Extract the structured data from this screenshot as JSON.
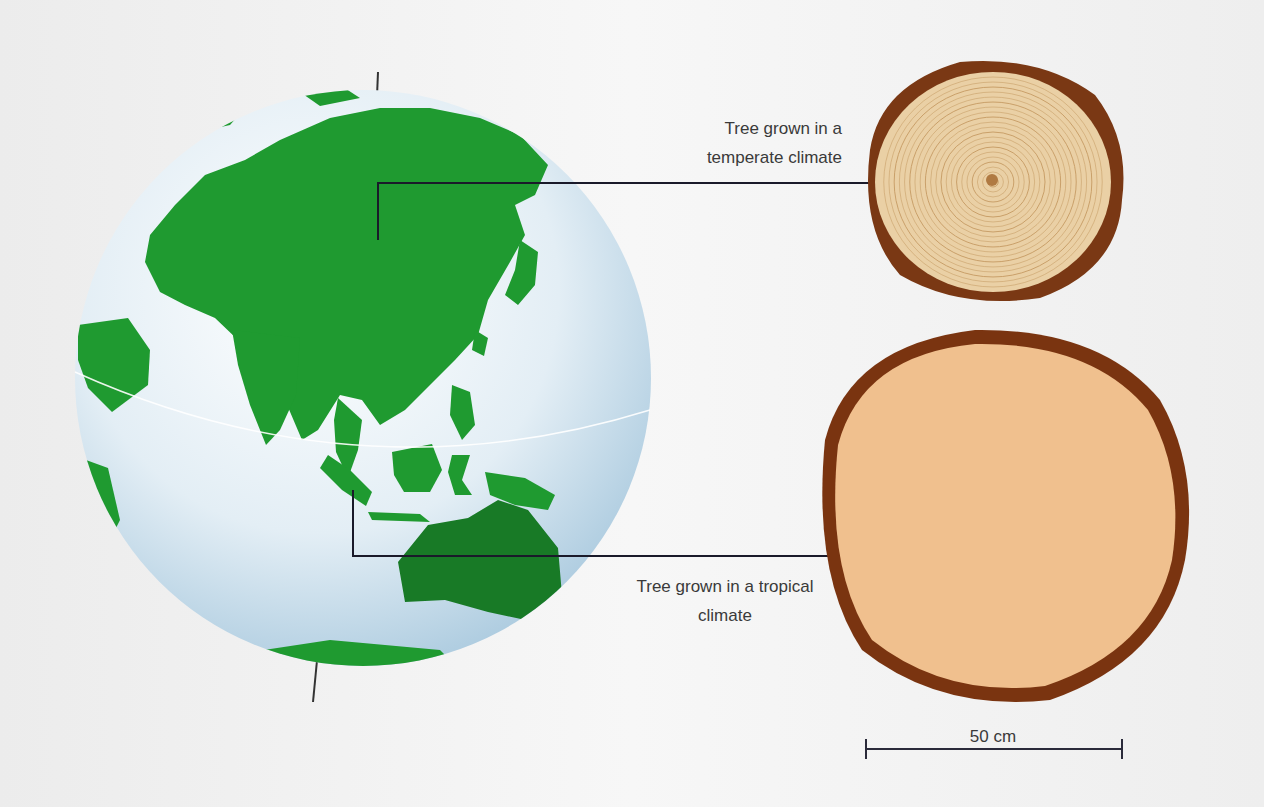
{
  "diagram": {
    "labels": [
      "Tree grown in a temperate climate",
      "Tree grown in a tropical climate",
      "50 cm"
    ]
  }
}
